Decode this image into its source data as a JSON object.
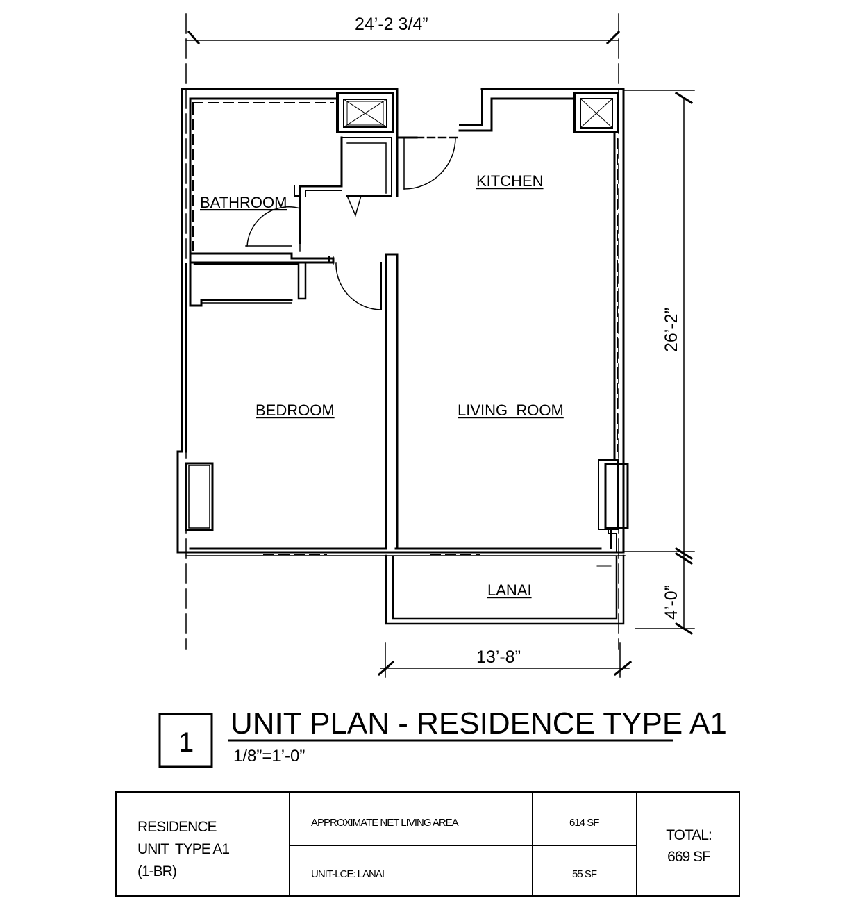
{
  "dimensions": {
    "overall_width": "24’-2 3/4”",
    "overall_depth": "26’-2”",
    "lanai_depth": "4’-0”",
    "lanai_width": "13’-8”"
  },
  "rooms": {
    "bathroom": "BATHROOM",
    "kitchen": "KITCHEN",
    "bedroom": "BEDROOM",
    "living_room": "LIVING  ROOM",
    "lanai": "LANAI"
  },
  "title": {
    "number": "1",
    "text": "UNIT PLAN - RESIDENCE TYPE A1",
    "scale": "1/8”=1’-0”"
  },
  "area_table": {
    "unit_line1": "RESIDENCE",
    "unit_line2": "UNIT  TYPE A1",
    "unit_line3": "(1-BR)",
    "rows": [
      {
        "label": "APPROXIMATE NET LIVING AREA",
        "value": "614 SF"
      },
      {
        "label": "UNIT-LCE: LANAI",
        "value": "55 SF"
      }
    ],
    "total_label": "TOTAL:",
    "total_value": "669 SF"
  }
}
